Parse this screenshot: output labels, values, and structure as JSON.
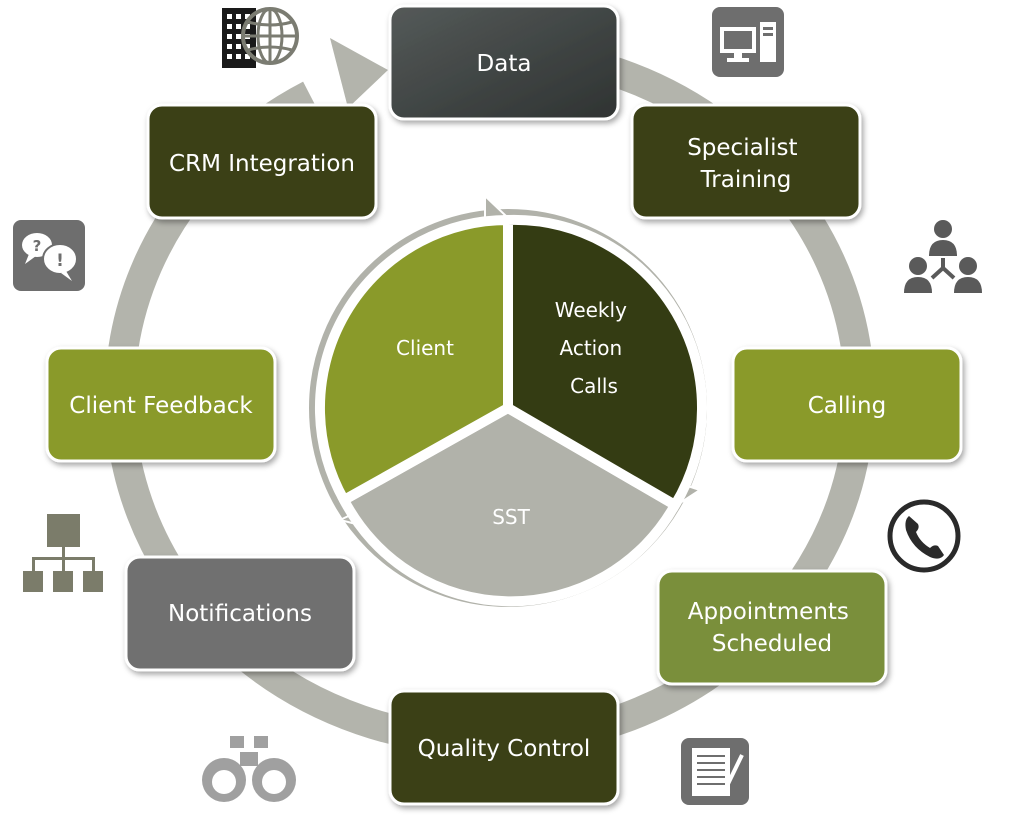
{
  "outer_cycle": {
    "steps": [
      {
        "id": "data",
        "lines": [
          "Data"
        ],
        "color": "#3d4241"
      },
      {
        "id": "specialist-training",
        "lines": [
          "Specialist",
          "Training"
        ],
        "color": "#3a4118"
      },
      {
        "id": "calling",
        "lines": [
          "Calling"
        ],
        "color": "#8a9a2a"
      },
      {
        "id": "appointments-scheduled",
        "lines": [
          "Appointments",
          "Scheduled"
        ],
        "color": "#7a8f3a"
      },
      {
        "id": "quality-control",
        "lines": [
          "Quality Control"
        ],
        "color": "#3a4118"
      },
      {
        "id": "notifications",
        "lines": [
          "Notifications"
        ],
        "color": "#6f6f6f"
      },
      {
        "id": "client-feedback",
        "lines": [
          "Client Feedback"
        ],
        "color": "#8a9a2a"
      },
      {
        "id": "crm-integration",
        "lines": [
          "CRM Integration"
        ],
        "color": "#3a4118"
      }
    ]
  },
  "inner_cycle": {
    "segments": [
      {
        "id": "client",
        "lines": [
          "Client"
        ],
        "color": "#8a9a2a"
      },
      {
        "id": "weekly-action-calls",
        "lines": [
          "Weekly",
          "Action",
          "Calls"
        ],
        "color": "#343c13"
      },
      {
        "id": "sst",
        "lines": [
          "SST"
        ],
        "color": "#b1b2aa"
      }
    ]
  },
  "icons": [
    {
      "name": "building-globe-icon"
    },
    {
      "name": "computer-icon"
    },
    {
      "name": "team-network-icon"
    },
    {
      "name": "phone-icon"
    },
    {
      "name": "checklist-icon"
    },
    {
      "name": "binoculars-icon"
    },
    {
      "name": "org-chart-icon"
    },
    {
      "name": "chat-bubbles-icon"
    }
  ]
}
